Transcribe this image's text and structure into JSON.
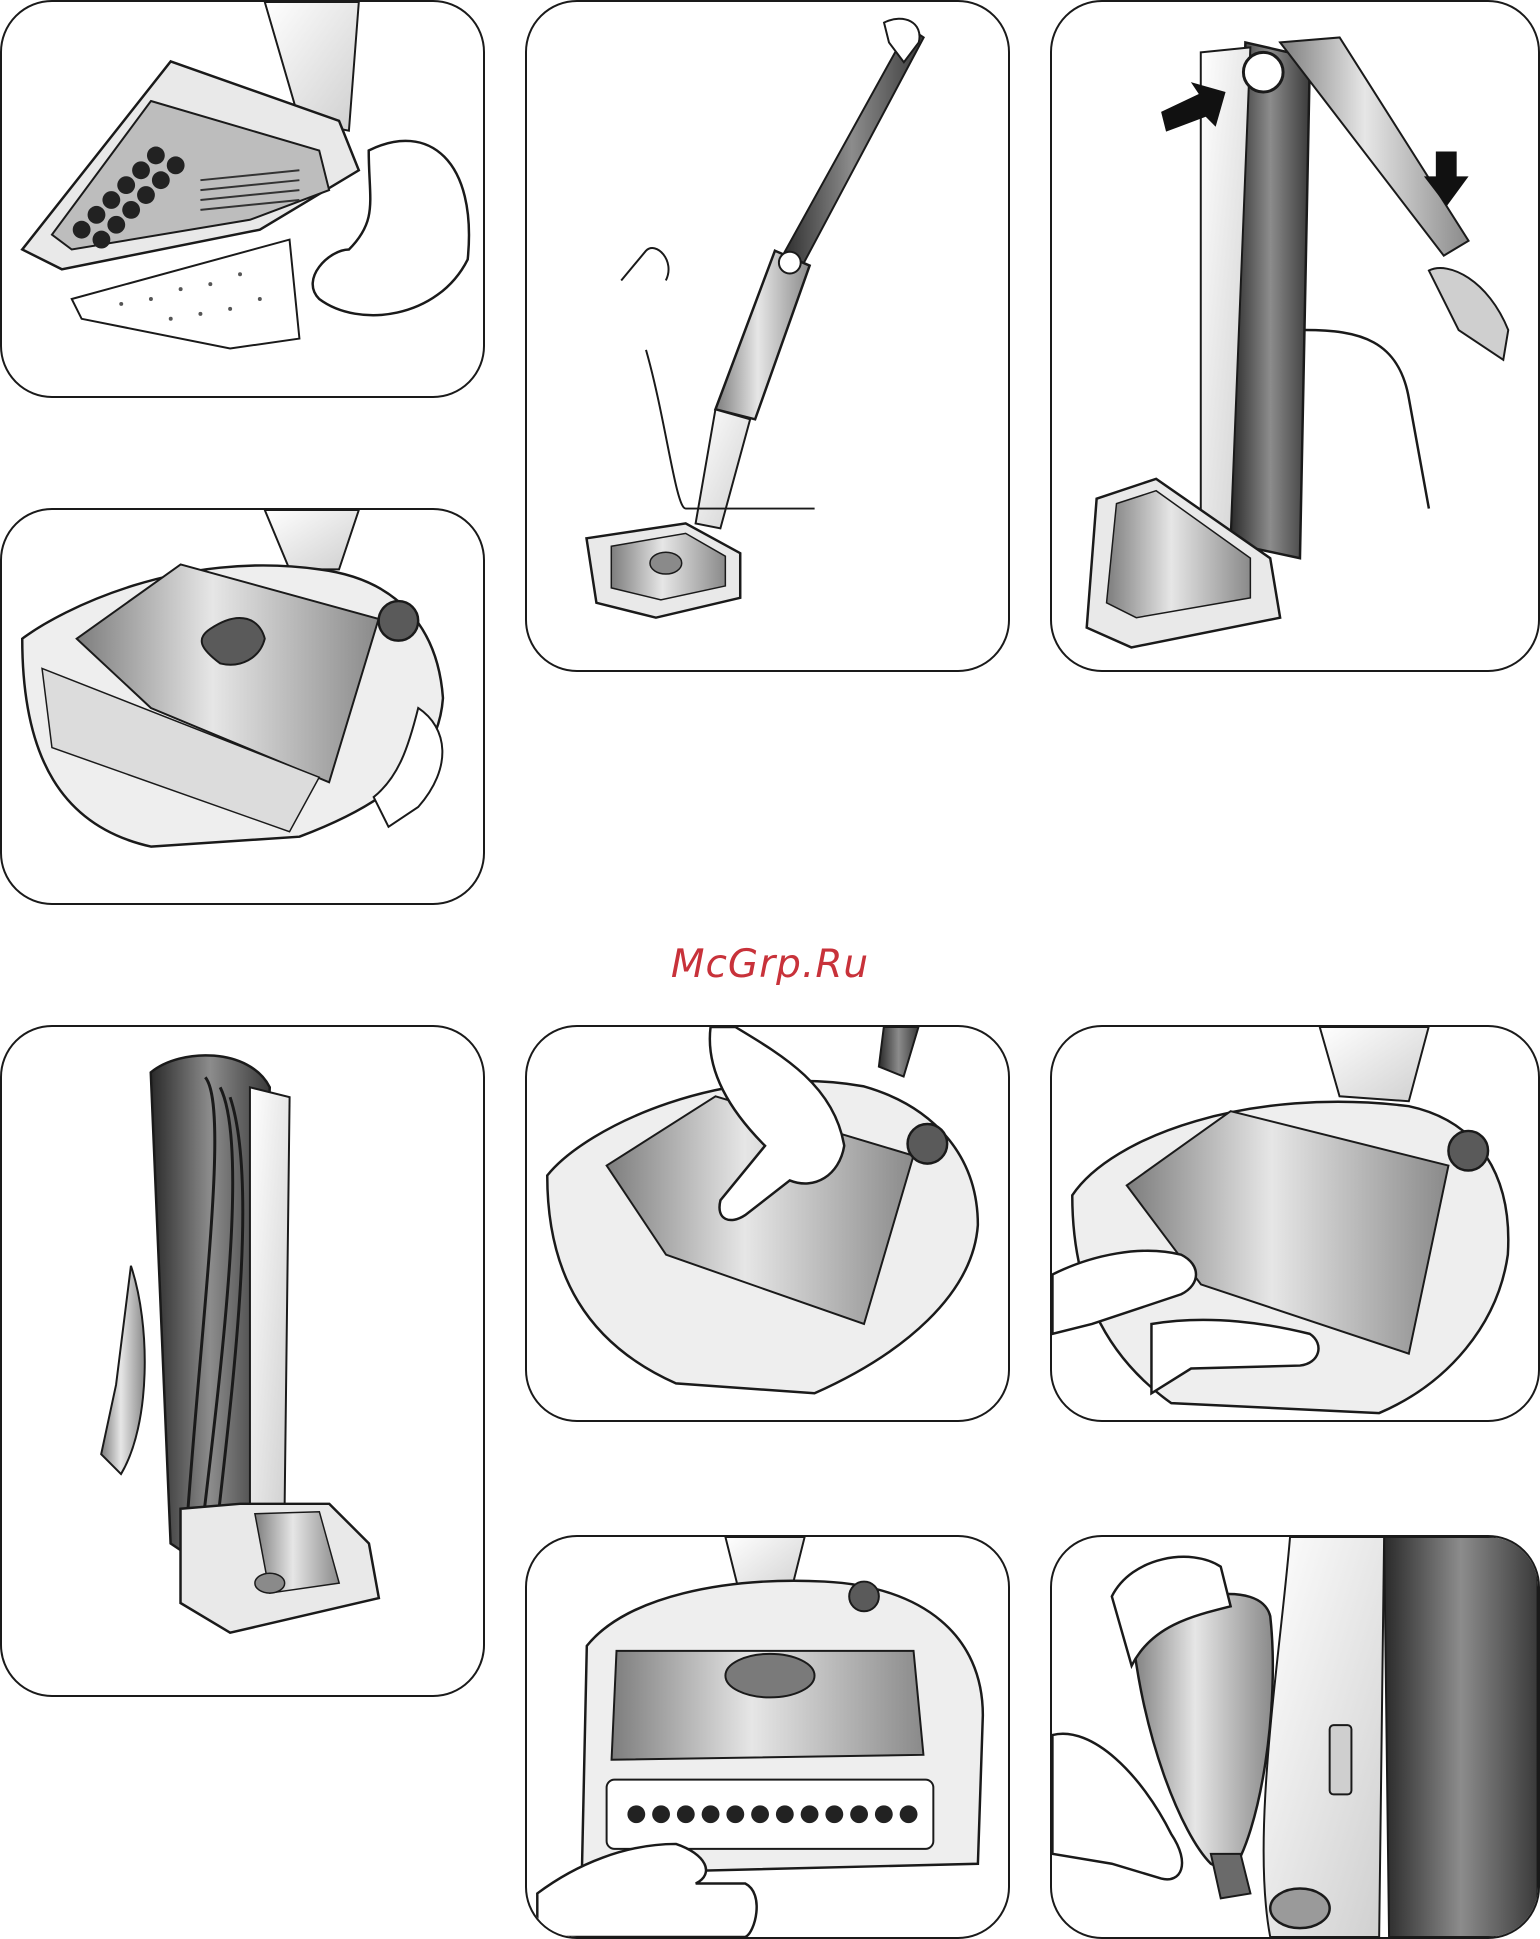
{
  "page": {
    "background": "#ffffff",
    "line_color": "#1a1a1a"
  },
  "watermark": {
    "text": "McGrp.Ru",
    "color": "#c8323a"
  },
  "panels": [
    {
      "id": "panel-1",
      "depicts": "hand-removing-cloth-pad-icon"
    },
    {
      "id": "panel-2",
      "depicts": "steam-mop-upright-icon"
    },
    {
      "id": "panel-3",
      "depicts": "fold-handle-arrows-icon"
    },
    {
      "id": "panel-4",
      "depicts": "mop-head-with-pad-icon"
    },
    {
      "id": "panel-5",
      "depicts": "cord-wrapped-storage-icon"
    },
    {
      "id": "panel-6",
      "depicts": "finger-pressing-button-icon"
    },
    {
      "id": "panel-7",
      "depicts": "hands-attaching-pad-icon"
    },
    {
      "id": "panel-8",
      "depicts": "brush-cleaning-icon"
    },
    {
      "id": "panel-9",
      "depicts": "filling-water-tank-icon"
    }
  ]
}
